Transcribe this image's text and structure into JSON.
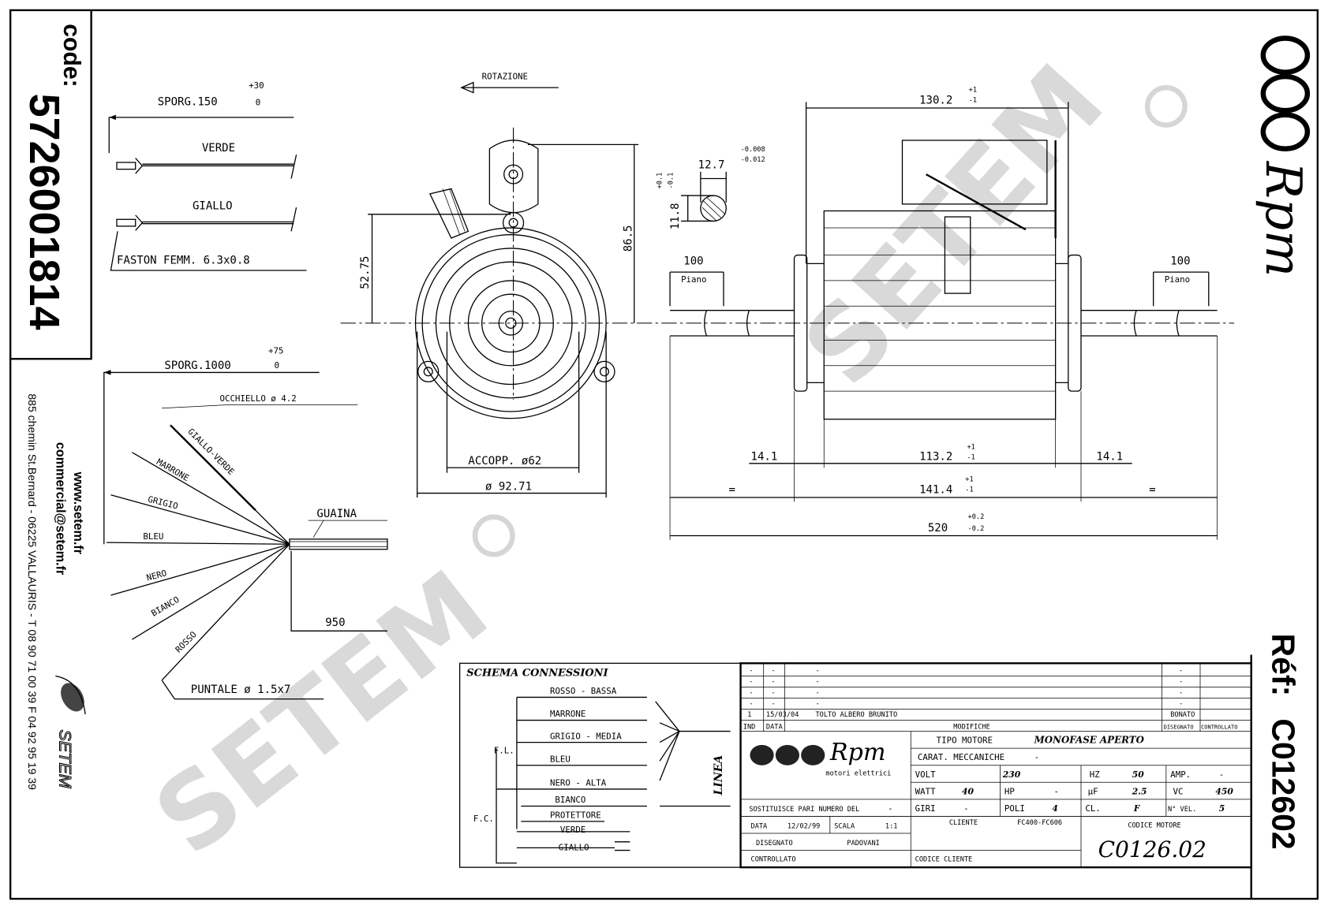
{
  "left_panel": {
    "code_label": "code:",
    "code_value": "5726001814",
    "website": "www.setem.fr",
    "email": "commercial@setem.fr",
    "address": "885 chemin St.Bernard  -  06225 VALLAURIS  -  T 08 90 71 00 39   F 04 92 95 19 39",
    "brand": "SETEM"
  },
  "right_panel": {
    "logo_text": "Rpm",
    "ref_label": "Réf:",
    "ref_value": "C012602"
  },
  "watermark": "SETEM",
  "wires_top": {
    "sporg_label": "SPORG.150",
    "sporg_tol_plus": "+30",
    "sporg_tol_minus": "0",
    "wire1": "VERDE",
    "wire2": "GIALLO",
    "faston": "FASTON FEMM. 6.3x0.8"
  },
  "wires_bottom": {
    "sporg_label": "SPORG.1000",
    "sporg_tol_plus": "+75",
    "sporg_tol_minus": "0",
    "occhiello": "OCCHIELLO ø 4.2",
    "guaina": "GUAINA",
    "length": "950",
    "puntale": "PUNTALE ø 1.5x7",
    "wires": [
      "GIALLO-VERDE",
      "MARRONE",
      "GRIGIO",
      "BLEU",
      "NERO",
      "BIANCO",
      "ROSSO"
    ]
  },
  "front_view": {
    "rotation": "ROTAZIONE",
    "dim_height": "52.75",
    "dim_top": "86.5",
    "accopp": "ACCOPP.  ø62",
    "diameter": "ø 92.71"
  },
  "shaft_section": {
    "width": "12.7",
    "width_tol_upper": "-0.008",
    "width_tol_lower": "-0.012",
    "flat": "11.8",
    "flat_tol_upper": "+0.1",
    "flat_tol_lower": "-0.1"
  },
  "side_view": {
    "overall_top": "130.2",
    "tol_plus": "+1",
    "tol_minus": "-1",
    "piano_dim": "100",
    "piano_label": "Piano",
    "left_ext": "14.1",
    "right_ext": "14.1",
    "body": "113.2",
    "flanges": "141.4",
    "equal": "=",
    "total": "520",
    "total_tol_plus": "+0.2",
    "total_tol_minus": "-0.2"
  },
  "schema": {
    "title": "SCHEMA CONNESSIONI",
    "wires": [
      "ROSSO - BASSA",
      "MARRONE",
      "GRIGIO - MEDIA",
      "BLEU",
      "NERO - ALTA",
      "BIANCO",
      "PROTETTORE",
      "VERDE",
      "GIALLO"
    ],
    "fl": "F.L.",
    "fc": "F.C.",
    "linea": "LINEA"
  },
  "title_block": {
    "revisions": [
      {
        "ind": "-",
        "data": "-",
        "mod": "-",
        "dis": "-",
        "con": ""
      },
      {
        "ind": "-",
        "data": "-",
        "mod": "-",
        "dis": "-",
        "con": ""
      },
      {
        "ind": "-",
        "data": "-",
        "mod": "-",
        "dis": "-",
        "con": ""
      },
      {
        "ind": "-",
        "data": "-",
        "mod": "-",
        "dis": "-",
        "con": ""
      },
      {
        "ind": "1",
        "data": "15/03/04",
        "mod": "TOLTO ALBERO BRUNITO",
        "dis": "BONATO",
        "con": ""
      }
    ],
    "headers": {
      "ind": "IND",
      "data": "DATA",
      "mod": "MODIFICHE",
      "dis": "DISEGNATO",
      "con": "CONTROLLATO"
    },
    "logo_text": "Rpm",
    "logo_sub": "motori elettrici",
    "tipo_motore_label": "TIPO MOTORE",
    "tipo_motore": "MONOFASE APERTO",
    "carat_label": "CARAT. MECCANICHE",
    "carat": "-",
    "volt_label": "VOLT",
    "volt": "230",
    "hz_label": "HZ",
    "hz": "50",
    "amp_label": "AMP.",
    "amp": "-",
    "watt_label": "WATT",
    "watt": "40",
    "hp_label": "HP",
    "hp": "-",
    "uf_label": "µF",
    "uf": "2.5",
    "vc_label": "VC",
    "vc": "450",
    "giri_label": "GIRI",
    "giri": "-",
    "poli_label": "POLI",
    "poli": "4",
    "cl_label": "CL.",
    "cl": "F",
    "nvel_label": "N° VEL.",
    "nvel": "5",
    "sostituisce_label": "SOSTITUISCE PARI NUMERO DEL",
    "sostituisce": "-",
    "data_label": "DATA",
    "data": "12/02/99",
    "scala_label": "SCALA",
    "scala": "1:1",
    "disegnato_label": "DISEGNATO",
    "disegnato": "PADOVANI",
    "controllato_label": "CONTROLLATO",
    "cliente_label": "CLIENTE",
    "cliente": "FC400-FC606",
    "codice_cliente_label": "CODICE CLIENTE",
    "codice_motore_label": "CODICE MOTORE",
    "codice_motore": "C0126.02"
  }
}
